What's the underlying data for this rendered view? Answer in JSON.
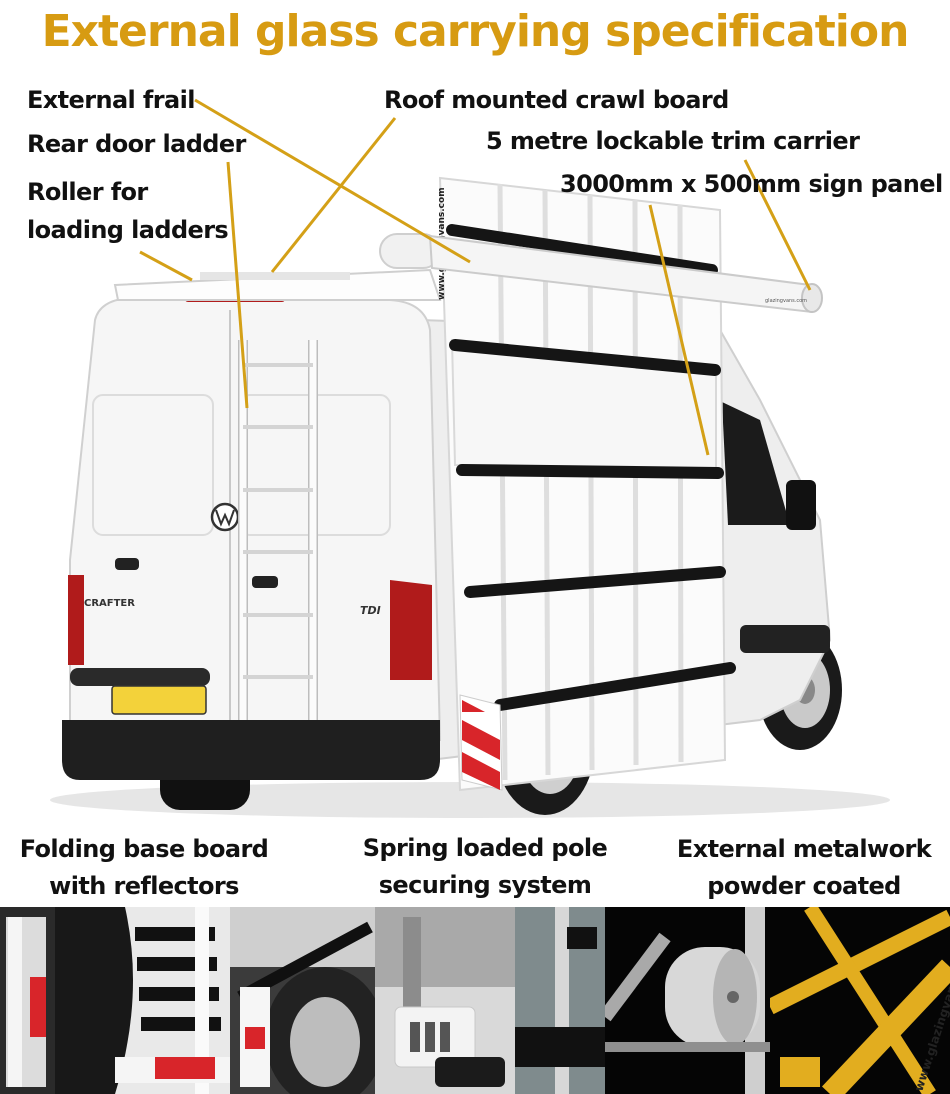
{
  "title": "External glass carrying specification",
  "colors": {
    "title": "#d79b12",
    "leader": "#d4a017",
    "van_body": "#f4f4f4",
    "rack": "#fafafa",
    "bar": "#151515",
    "number_plate": "#f3d23a",
    "reflector": "#d8252a"
  },
  "callouts": {
    "external_frail": "External frail",
    "rear_door_ladder": "Rear door ladder",
    "roller_line1": "Roller for",
    "roller_line2": "loading ladders",
    "roof_crawl_board": "Roof mounted crawl board",
    "trim_carrier": "5 metre lockable trim carrier",
    "sign_panel": "3000mm x 500mm sign panel"
  },
  "van_text": {
    "badge": "CRAFTER",
    "engine": "TDI",
    "watermark": "www.glazingvans.com",
    "carrier_print": "glazingvans.com"
  },
  "features": {
    "folding_line1": "Folding base board",
    "folding_line2": "with reflectors",
    "spring_line1": "Spring loaded pole",
    "spring_line2": "securing system",
    "metal_line1": "External metalwork",
    "metal_line2": "powder coated"
  },
  "photos": [
    {
      "name": "photo-reflector-panel",
      "icon": "reflector-panel-photo"
    },
    {
      "name": "photo-base-board-steps",
      "icon": "base-board-photo"
    },
    {
      "name": "photo-folding-bar",
      "icon": "folding-bar-photo"
    },
    {
      "name": "photo-spring-pole",
      "icon": "spring-pole-photo"
    },
    {
      "name": "photo-pole-clamp",
      "icon": "pole-clamp-photo"
    },
    {
      "name": "photo-roller-end",
      "icon": "roller-end-photo"
    },
    {
      "name": "photo-yellow-rack",
      "icon": "yellow-rack-photo"
    }
  ],
  "photo_watermark": "www.glazingvans.com"
}
